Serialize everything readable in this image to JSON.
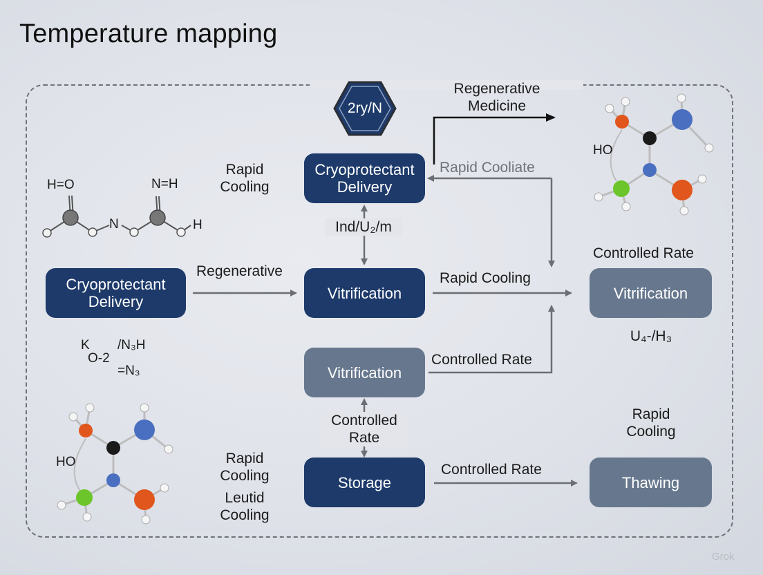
{
  "title": "Temperature mapping",
  "hexagon_label": "2ry/N",
  "nodes": {
    "cryo_top": "Cryoprotectant\nDelivery",
    "cryo_left": "Cryoprotectant\nDelivery",
    "vitrification_center": "Vitrification",
    "vitrification_right": "Vitrification",
    "vitrification_lower": "Vitrification",
    "storage": "Storage",
    "thawing": "Thawing"
  },
  "labels": {
    "regenerative_medicine": "Regenerative\nMedicine",
    "rapid_cooliate": "Rapid Cooliate",
    "rapid_cooling_top_left": "Rapid\nCooling",
    "ind_u2_m": "Ind/U₂/m",
    "regenerative": "Regenerative",
    "rapid_cooling_mid": "Rapid Cooling",
    "controlled_rate_right": "Controlled Rate",
    "u4_h3": "U₄-/H₃",
    "controlled_rate_lower": "Controlled Rate",
    "controlled_rate_vertical": "Controlled\nRate",
    "rapid_cooling_right": "Rapid\nCooling",
    "controlled_rate_bottom": "Controlled Rate",
    "rapid_cooling_bottom": "Rapid\nCooling",
    "leutid_cooling": "Leutid\nCooling"
  },
  "molecules": {
    "top_left": {
      "h_o": "H=O",
      "n_h": "N=H",
      "n": "N",
      "h": "H"
    },
    "formula_left": {
      "k": "K",
      "n3h": "/N₃H",
      "o2": "O-2",
      "n3": "=N₃"
    },
    "ho_top_right": "HO",
    "ho_bottom_left": "HO"
  },
  "colors": {
    "dark_node": "#1d3a6a",
    "gray_node": "#67788e",
    "arrow_gray": "#6b6e73",
    "atom_orange": "#e0561c",
    "atom_blue": "#4a6fc0",
    "atom_green": "#6cc52a",
    "atom_black": "#1a1a1a",
    "atom_gray": "#8a8a8a"
  },
  "watermark": "Grok"
}
